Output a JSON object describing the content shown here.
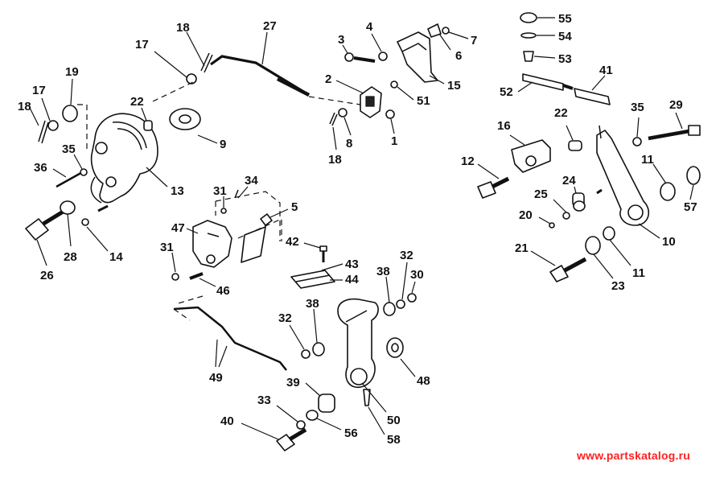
{
  "callouts": [
    {
      "label": "18"
    },
    {
      "label": "27"
    },
    {
      "label": "17"
    },
    {
      "label": "19"
    },
    {
      "label": "17"
    },
    {
      "label": "18"
    },
    {
      "label": "22"
    },
    {
      "label": "9"
    },
    {
      "label": "35"
    },
    {
      "label": "36"
    },
    {
      "label": "13"
    },
    {
      "label": "26"
    },
    {
      "label": "28"
    },
    {
      "label": "14"
    },
    {
      "label": "3"
    },
    {
      "label": "4"
    },
    {
      "label": "7"
    },
    {
      "label": "6"
    },
    {
      "label": "2"
    },
    {
      "label": "15"
    },
    {
      "label": "51"
    },
    {
      "label": "8"
    },
    {
      "label": "1"
    },
    {
      "label": "18"
    },
    {
      "label": "55"
    },
    {
      "label": "54"
    },
    {
      "label": "53"
    },
    {
      "label": "41"
    },
    {
      "label": "52"
    },
    {
      "label": "22"
    },
    {
      "label": "35"
    },
    {
      "label": "29"
    },
    {
      "label": "16"
    },
    {
      "label": "12"
    },
    {
      "label": "11"
    },
    {
      "label": "57"
    },
    {
      "label": "24"
    },
    {
      "label": "25"
    },
    {
      "label": "20"
    },
    {
      "label": "10"
    },
    {
      "label": "21"
    },
    {
      "label": "11"
    },
    {
      "label": "23"
    },
    {
      "label": "31"
    },
    {
      "label": "34"
    },
    {
      "label": "5"
    },
    {
      "label": "47"
    },
    {
      "label": "31"
    },
    {
      "label": "46"
    },
    {
      "label": "42"
    },
    {
      "label": "43"
    },
    {
      "label": "44"
    },
    {
      "label": "38"
    },
    {
      "label": "32"
    },
    {
      "label": "30"
    },
    {
      "label": "32"
    },
    {
      "label": "38"
    },
    {
      "label": "48"
    },
    {
      "label": "49"
    },
    {
      "label": "39"
    },
    {
      "label": "33"
    },
    {
      "label": "40"
    },
    {
      "label": "56"
    },
    {
      "label": "50"
    },
    {
      "label": "58"
    }
  ],
  "watermark": "www.partskatalog.ru"
}
